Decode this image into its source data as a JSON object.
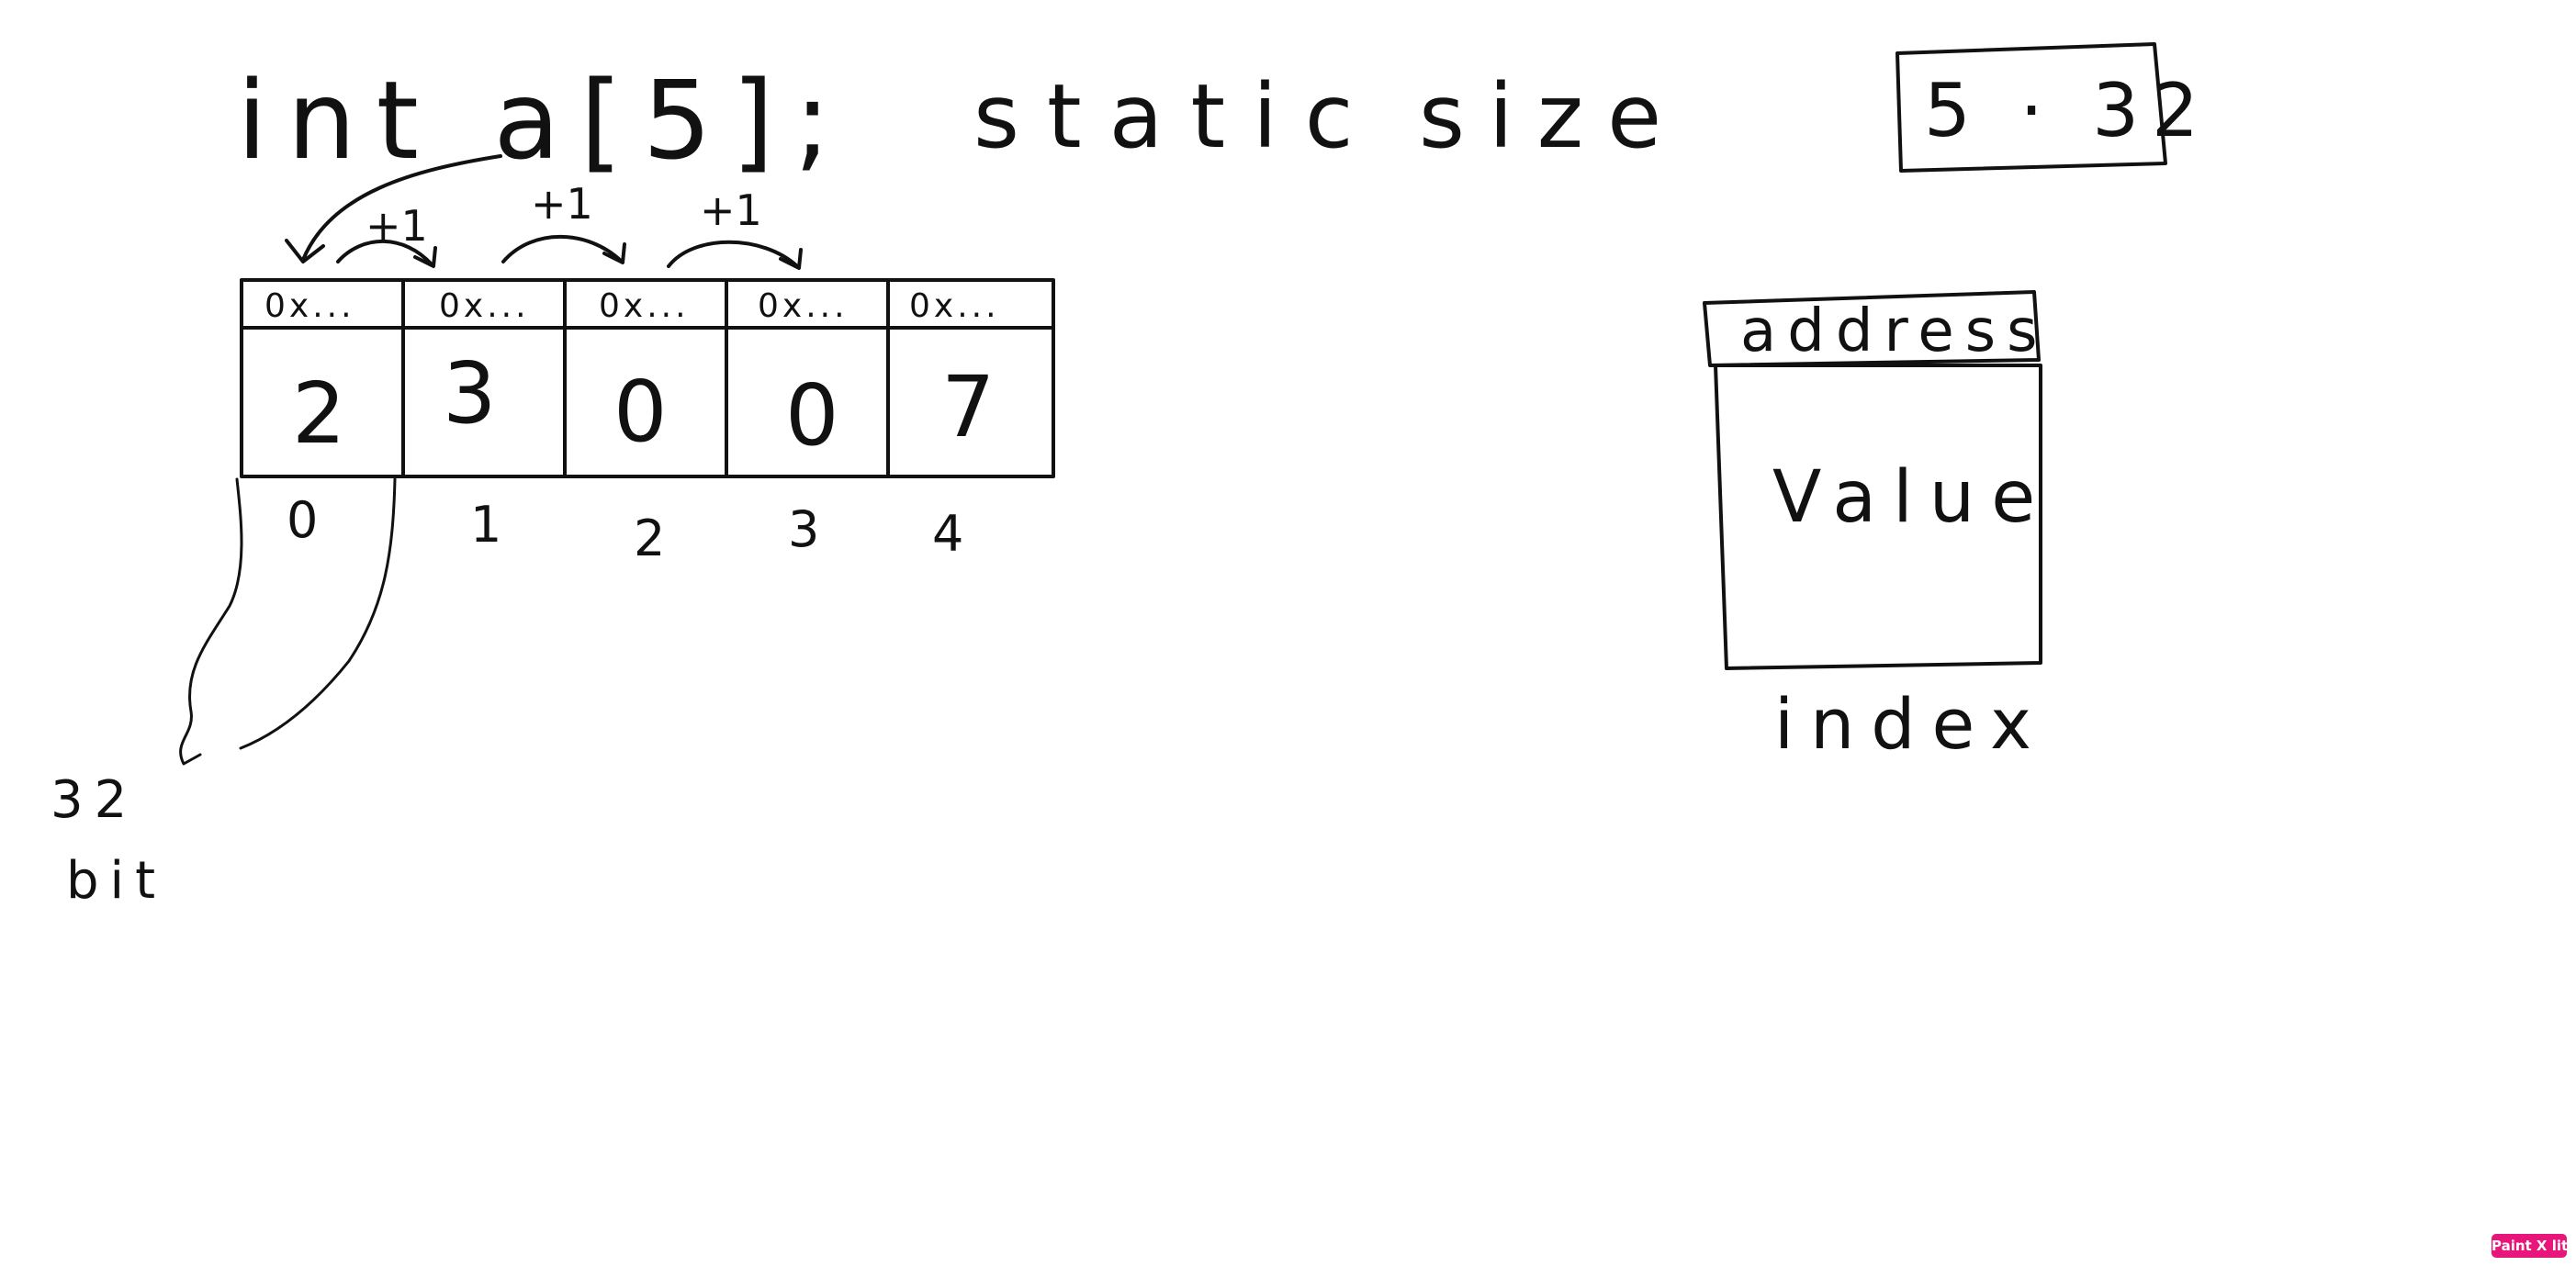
{
  "declaration": "int a[5];",
  "static_label": "static",
  "size_label": "size",
  "formula": "5 · 32",
  "array": {
    "addresses": [
      "0x...",
      "0x...",
      "0x...",
      "0x...",
      "0x..."
    ],
    "values": [
      "2",
      "3",
      "0",
      "0",
      "7"
    ],
    "indices": [
      "0",
      "1",
      "2",
      "3",
      "4"
    ],
    "step_labels": [
      "+1",
      "+1",
      "+1"
    ]
  },
  "element_size": {
    "number": "32",
    "unit": "bit"
  },
  "legend": {
    "address": "address",
    "value": "Value",
    "index": "index"
  },
  "badge": "Paint X lite"
}
